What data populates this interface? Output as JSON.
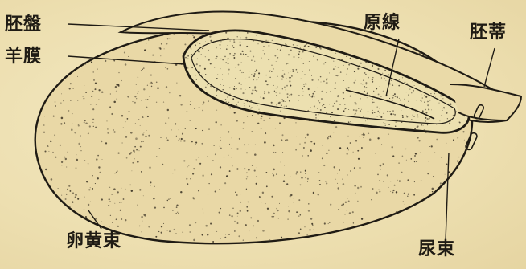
{
  "labels": {
    "embryonic_disc": "胚盤",
    "amnion": "羊膜",
    "primitive_streak": "原線",
    "body_stalk": "胚蒂",
    "yolk_sac": "卵黄束",
    "allantois": "尿束"
  },
  "colors": {
    "paper": "#efe2b8",
    "ink": "#1f1b14",
    "stipple": "#3a3224"
  }
}
